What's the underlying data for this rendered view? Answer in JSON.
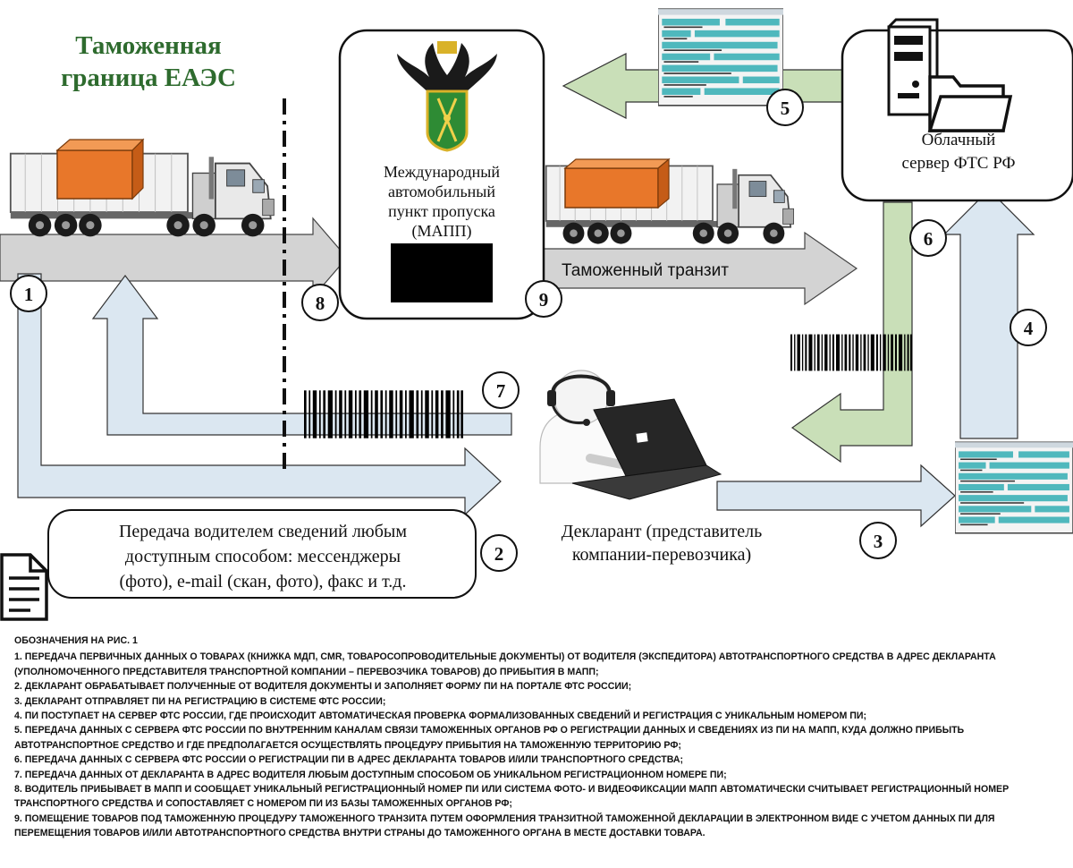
{
  "colors": {
    "green_title": "#2e6b2e",
    "light_blue_arrow": "#dbe7f1",
    "green_arrow": "#c9dfb8",
    "gray_arrow": "#d3d3d3",
    "cargo_orange": "#e8772a",
    "outline": "#222222"
  },
  "border": {
    "line1": "Таможенная",
    "line2": "граница ЕАЭС"
  },
  "mapp": {
    "line1": "Международный",
    "line2": "автомобильный",
    "line3": "пункт пропуска",
    "line4": "(МАПП)"
  },
  "server": {
    "line1": "Облачный",
    "line2": "сервер ФТС РФ"
  },
  "transit_label": "Таможенный транзит",
  "driver_note": {
    "line1": "Передача водителем сведений любым",
    "line2": "доступным способом: мессенджеры",
    "line3": "(фото), e-mail (скан, фото), факс и т.д."
  },
  "declarant": {
    "line1": "Декларант (представитель",
    "line2": "компании-перевозчика)"
  },
  "step_numbers": {
    "s1": "1",
    "s2": "2",
    "s3": "3",
    "s4": "4",
    "s5": "5",
    "s6": "6",
    "s7": "7",
    "s8": "8",
    "s9": "9"
  },
  "icons": [
    "truck-icon",
    "customs-emblem-icon",
    "server-icon",
    "folder-icon",
    "barcode-icon",
    "form-icon",
    "document-icon",
    "operator-icon",
    "laptop-icon"
  ],
  "legend": {
    "title": "ОБОЗНАЧЕНИЯ НА РИС. 1",
    "items": [
      "1.    ПЕРЕДАЧА ПЕРВИЧНЫХ ДАННЫХ О ТОВАРАХ (КНИЖКА МДП, CMR, ТОВАРОСОПРОВОДИТЕЛЬНЫЕ ДОКУМЕНТЫ) ОТ ВОДИТЕЛЯ (ЭКСПЕДИТОРА) АВТОТРАНСПОРТНОГО СРЕДСТВА В АДРЕС ДЕКЛАРАНТА (УПОЛНОМОЧЕННОГО ПРЕДСТАВИТЕЛЯ ТРАНСПОРТНОЙ КОМПАНИИ – ПЕРЕВОЗЧИКА ТОВАРОВ) ДО ПРИБЫТИЯ В МАПП;",
      "2.    ДЕКЛАРАНТ ОБРАБАТЫВАЕТ ПОЛУЧЕННЫЕ ОТ ВОДИТЕЛЯ ДОКУМЕНТЫ И ЗАПОЛНЯЕТ ФОРМУ ПИ НА ПОРТАЛЕ ФТС РОССИИ;",
      "3.    ДЕКЛАРАНТ ОТПРАВЛЯЕТ ПИ НА РЕГИСТРАЦИЮ В СИСТЕМЕ ФТС РОССИИ;",
      "4.    ПИ ПОСТУПАЕТ НА СЕРВЕР ФТС РОССИИ, ГДЕ ПРОИСХОДИТ АВТОМАТИЧЕСКАЯ ПРОВЕРКА ФОРМАЛИЗОВАННЫХ СВЕДЕНИЙ И РЕГИСТРАЦИЯ С УНИКАЛЬНЫМ НОМЕРОМ ПИ;",
      "5.    ПЕРЕДАЧА ДАННЫХ С СЕРВЕРА ФТС РОССИИ ПО ВНУТРЕННИМ КАНАЛАМ СВЯЗИ ТАМОЖЕННЫХ ОРГАНОВ РФ О РЕГИСТРАЦИИ ДАННЫХ И СВЕДЕНИЯХ ИЗ ПИ НА МАПП, КУДА ДОЛЖНО ПРИБЫТЬ АВТОТРАНСПОРТНОЕ СРЕДСТВО И ГДЕ ПРЕДПОЛАГАЕТСЯ ОСУЩЕСТВЛЯТЬ ПРОЦЕДУРУ ПРИБЫТИЯ НА ТАМОЖЕННУЮ ТЕРРИТОРИЮ РФ;",
      "6.    ПЕРЕДАЧА ДАННЫХ С СЕРВЕРА ФТС РОССИИ О РЕГИСТРАЦИИ ПИ В АДРЕС ДЕКЛАРАНТА ТОВАРОВ И/ИЛИ ТРАНСПОРТНОГО СРЕДСТВА;",
      "7.    ПЕРЕДАЧА ДАННЫХ ОТ ДЕКЛАРАНТА В АДРЕС ВОДИТЕЛЯ ЛЮБЫМ ДОСТУПНЫМ СПОСОБОМ ОБ УНИКАЛЬНОМ РЕГИСТРАЦИОННОМ НОМЕРЕ ПИ;",
      "8.    ВОДИТЕЛЬ ПРИБЫВАЕТ В МАПП И СООБЩАЕТ УНИКАЛЬНЫЙ РЕГИСТРАЦИОННЫЙ НОМЕР ПИ ИЛИ СИСТЕМА ФОТО- И ВИДЕОФИКСАЦИИ МАПП АВТОМАТИЧЕСКИ СЧИТЫВАЕТ РЕГИСТРАЦИОННЫЙ НОМЕР ТРАНСПОРТНОГО СРЕДСТВА И СОПОСТАВЛЯЕТ С НОМЕРОМ ПИ ИЗ БАЗЫ ТАМОЖЕННЫХ ОРГАНОВ РФ;",
      "9.    ПОМЕЩЕНИЕ ТОВАРОВ ПОД ТАМОЖЕННУЮ ПРОЦЕДУРУ ТАМОЖЕННОГО ТРАНЗИТА ПУТЕМ ОФОРМЛЕНИЯ ТРАНЗИТНОЙ ТАМОЖЕННОЙ ДЕКЛАРАЦИИ В ЭЛЕКТРОННОМ ВИДЕ С УЧЕТОМ ДАННЫХ ПИ ДЛЯ ПЕРЕМЕЩЕНИЯ ТОВАРОВ И/ИЛИ АВТОТРАНСПОРТНОГО СРЕДСТВА ВНУТРИ СТРАНЫ ДО ТАМОЖЕННОГО ОРГАНА В МЕСТЕ ДОСТАВКИ ТОВАРА."
    ]
  }
}
